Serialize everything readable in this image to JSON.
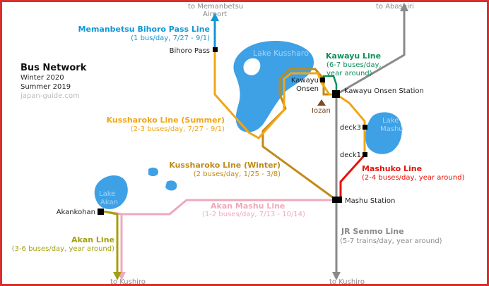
{
  "title": {
    "heading": "Bus Network",
    "season1": "Winter 2020",
    "season2": "Summer 2019",
    "credit": "japan-guide.com"
  },
  "colors": {
    "frame": "#d9302e",
    "water": "#3ea1e6",
    "water_label": "#a8d4f5",
    "rail": "#8a8a8a",
    "summer": "#f2a515",
    "winter": "#c08a18",
    "kawayu": "#0e8f5a",
    "mashuko": "#e3130b",
    "akan_mashu": "#f0a8bc",
    "akan": "#a5a00e",
    "bihoro": "#1296d6",
    "station": "#000000",
    "text": "#222222",
    "destination": "#8a8a8a",
    "volcano": "#7d4a28"
  },
  "lakes": {
    "kussharo": "Lake Kussharo",
    "mashu": "Lake Mashu",
    "akan": "Lake Akan"
  },
  "destinations": {
    "memanbetsu": "to Memanbetsu",
    "memanbetsu_sub": "Airport",
    "abashiri": "to Abashiri",
    "kushiro_left": "to Kushiro",
    "kushiro_right": "to Kushiro"
  },
  "stations": {
    "bihoro_pass": "Bihoro Pass",
    "kawayu_onsen_1": "Kawayu",
    "kawayu_onsen_2": "Onsen",
    "kawayu_onsen_station": "Kawayu Onsen Station",
    "iozan": "Iozan",
    "deck3": "deck3",
    "deck1": "deck1",
    "mashu_station": "Mashu Station",
    "akankohan": "Akankohan"
  },
  "lines": {
    "bihoro": {
      "name": "Memanbetsu Bihoro Pass Line",
      "detail": "(1 bus/day, 7/27 - 9/1)"
    },
    "kawayu": {
      "name": "Kawayu Line",
      "detail1": "(6-7 buses/day,",
      "detail2": "year around)"
    },
    "kussharoko_summer": {
      "name": "Kussharoko Line (Summer)",
      "detail": "(2-3 buses/day, 7/27 - 9/1)"
    },
    "kussharoko_winter": {
      "name": "Kussharoko Line (Winter)",
      "detail": "(2 buses/day, 1/25 - 3/8)"
    },
    "mashuko": {
      "name": "Mashuko Line",
      "detail": "(2-4 buses/day, year around)"
    },
    "akan_mashu": {
      "name": "Akan Mashu Line",
      "detail": "(1-2 buses/day, 7/13 - 10/14)"
    },
    "akan": {
      "name": "Akan Line",
      "detail": "(3-6 buses/day, year around)"
    },
    "jr_senmo": {
      "name": "JR Senmo Line",
      "detail": "(5-7 trains/day, year around)"
    }
  }
}
